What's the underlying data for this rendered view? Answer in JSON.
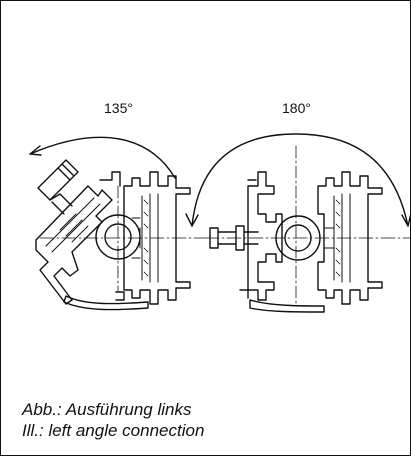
{
  "diagram": {
    "angles": {
      "left": "135°",
      "right": "180°"
    },
    "caption": {
      "de": "Abb.: Ausführung links",
      "en": "Ill.: left angle connection"
    }
  }
}
